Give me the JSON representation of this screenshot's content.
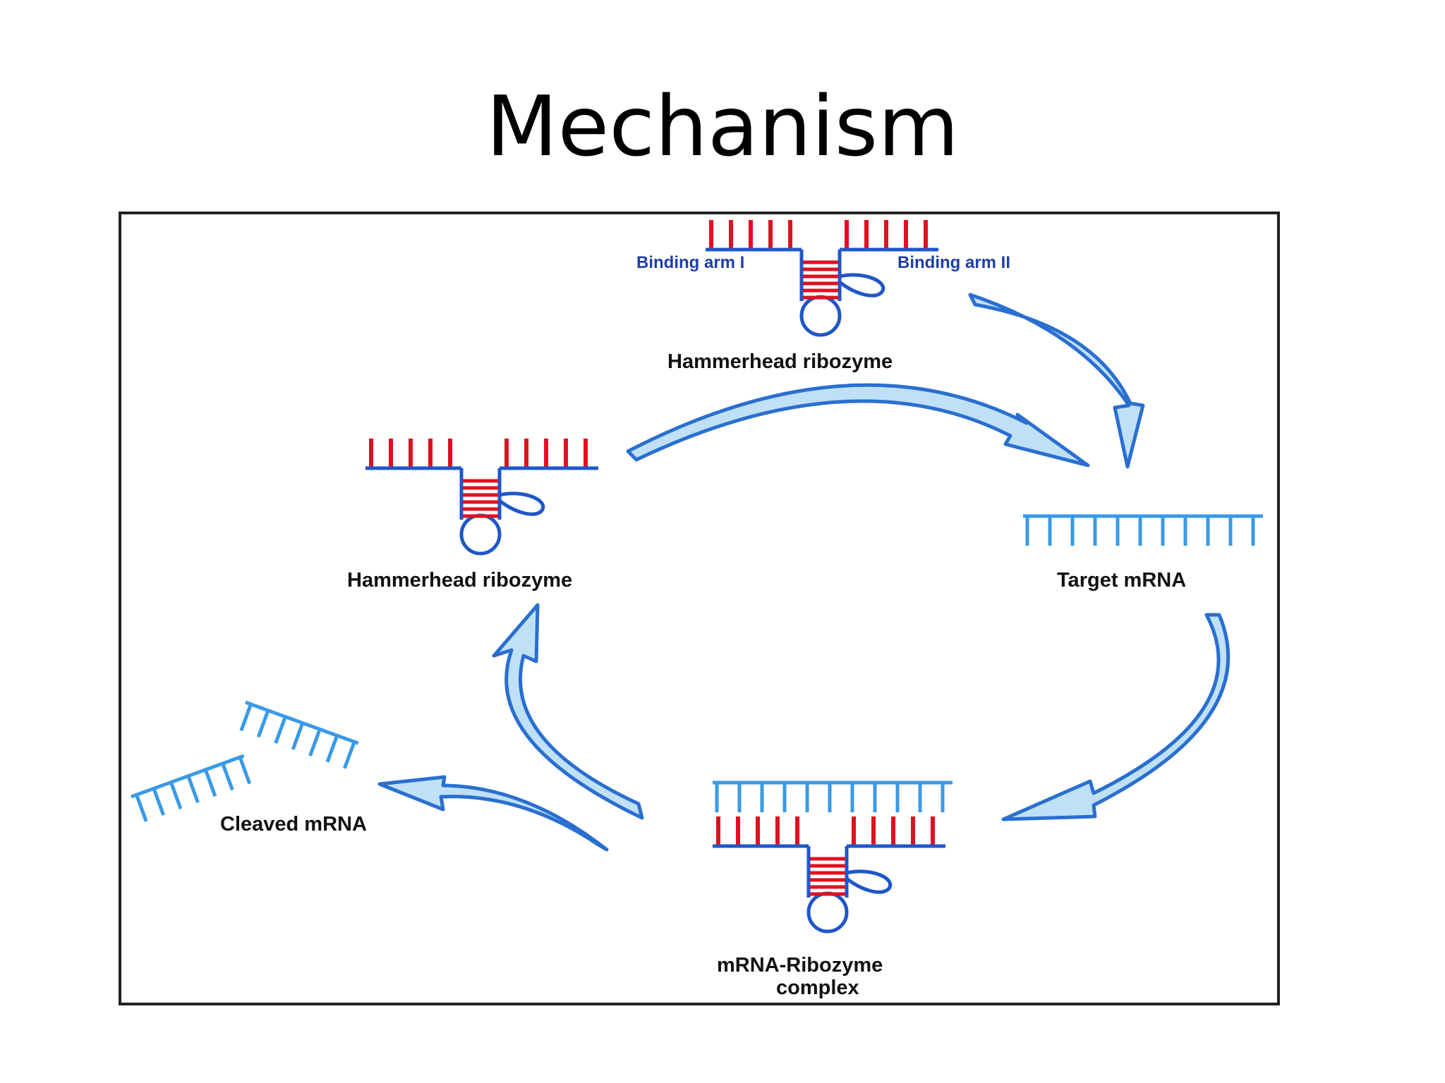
{
  "slide": {
    "title": "Mechanism"
  },
  "diagram": {
    "labels": {
      "binding_arm_1": "Binding arm I",
      "binding_arm_2": "Binding arm II",
      "ribozyme_top": "Hammerhead ribozyme",
      "ribozyme_left": "Hammerhead ribozyme",
      "target_mrna": "Target mRNA",
      "cleaved_mrna": "Cleaved mRNA",
      "complex_line1": "mRNA-Ribozyme",
      "complex_line2": "complex"
    },
    "colors": {
      "ribozyme_blue": "#1f56c8",
      "mrna_blue": "#3a9ae6",
      "base_red": "#e01020",
      "arrow_fill": "#bfe0f6",
      "arrow_stroke": "#2a6fd0",
      "frame": "#222222"
    }
  }
}
